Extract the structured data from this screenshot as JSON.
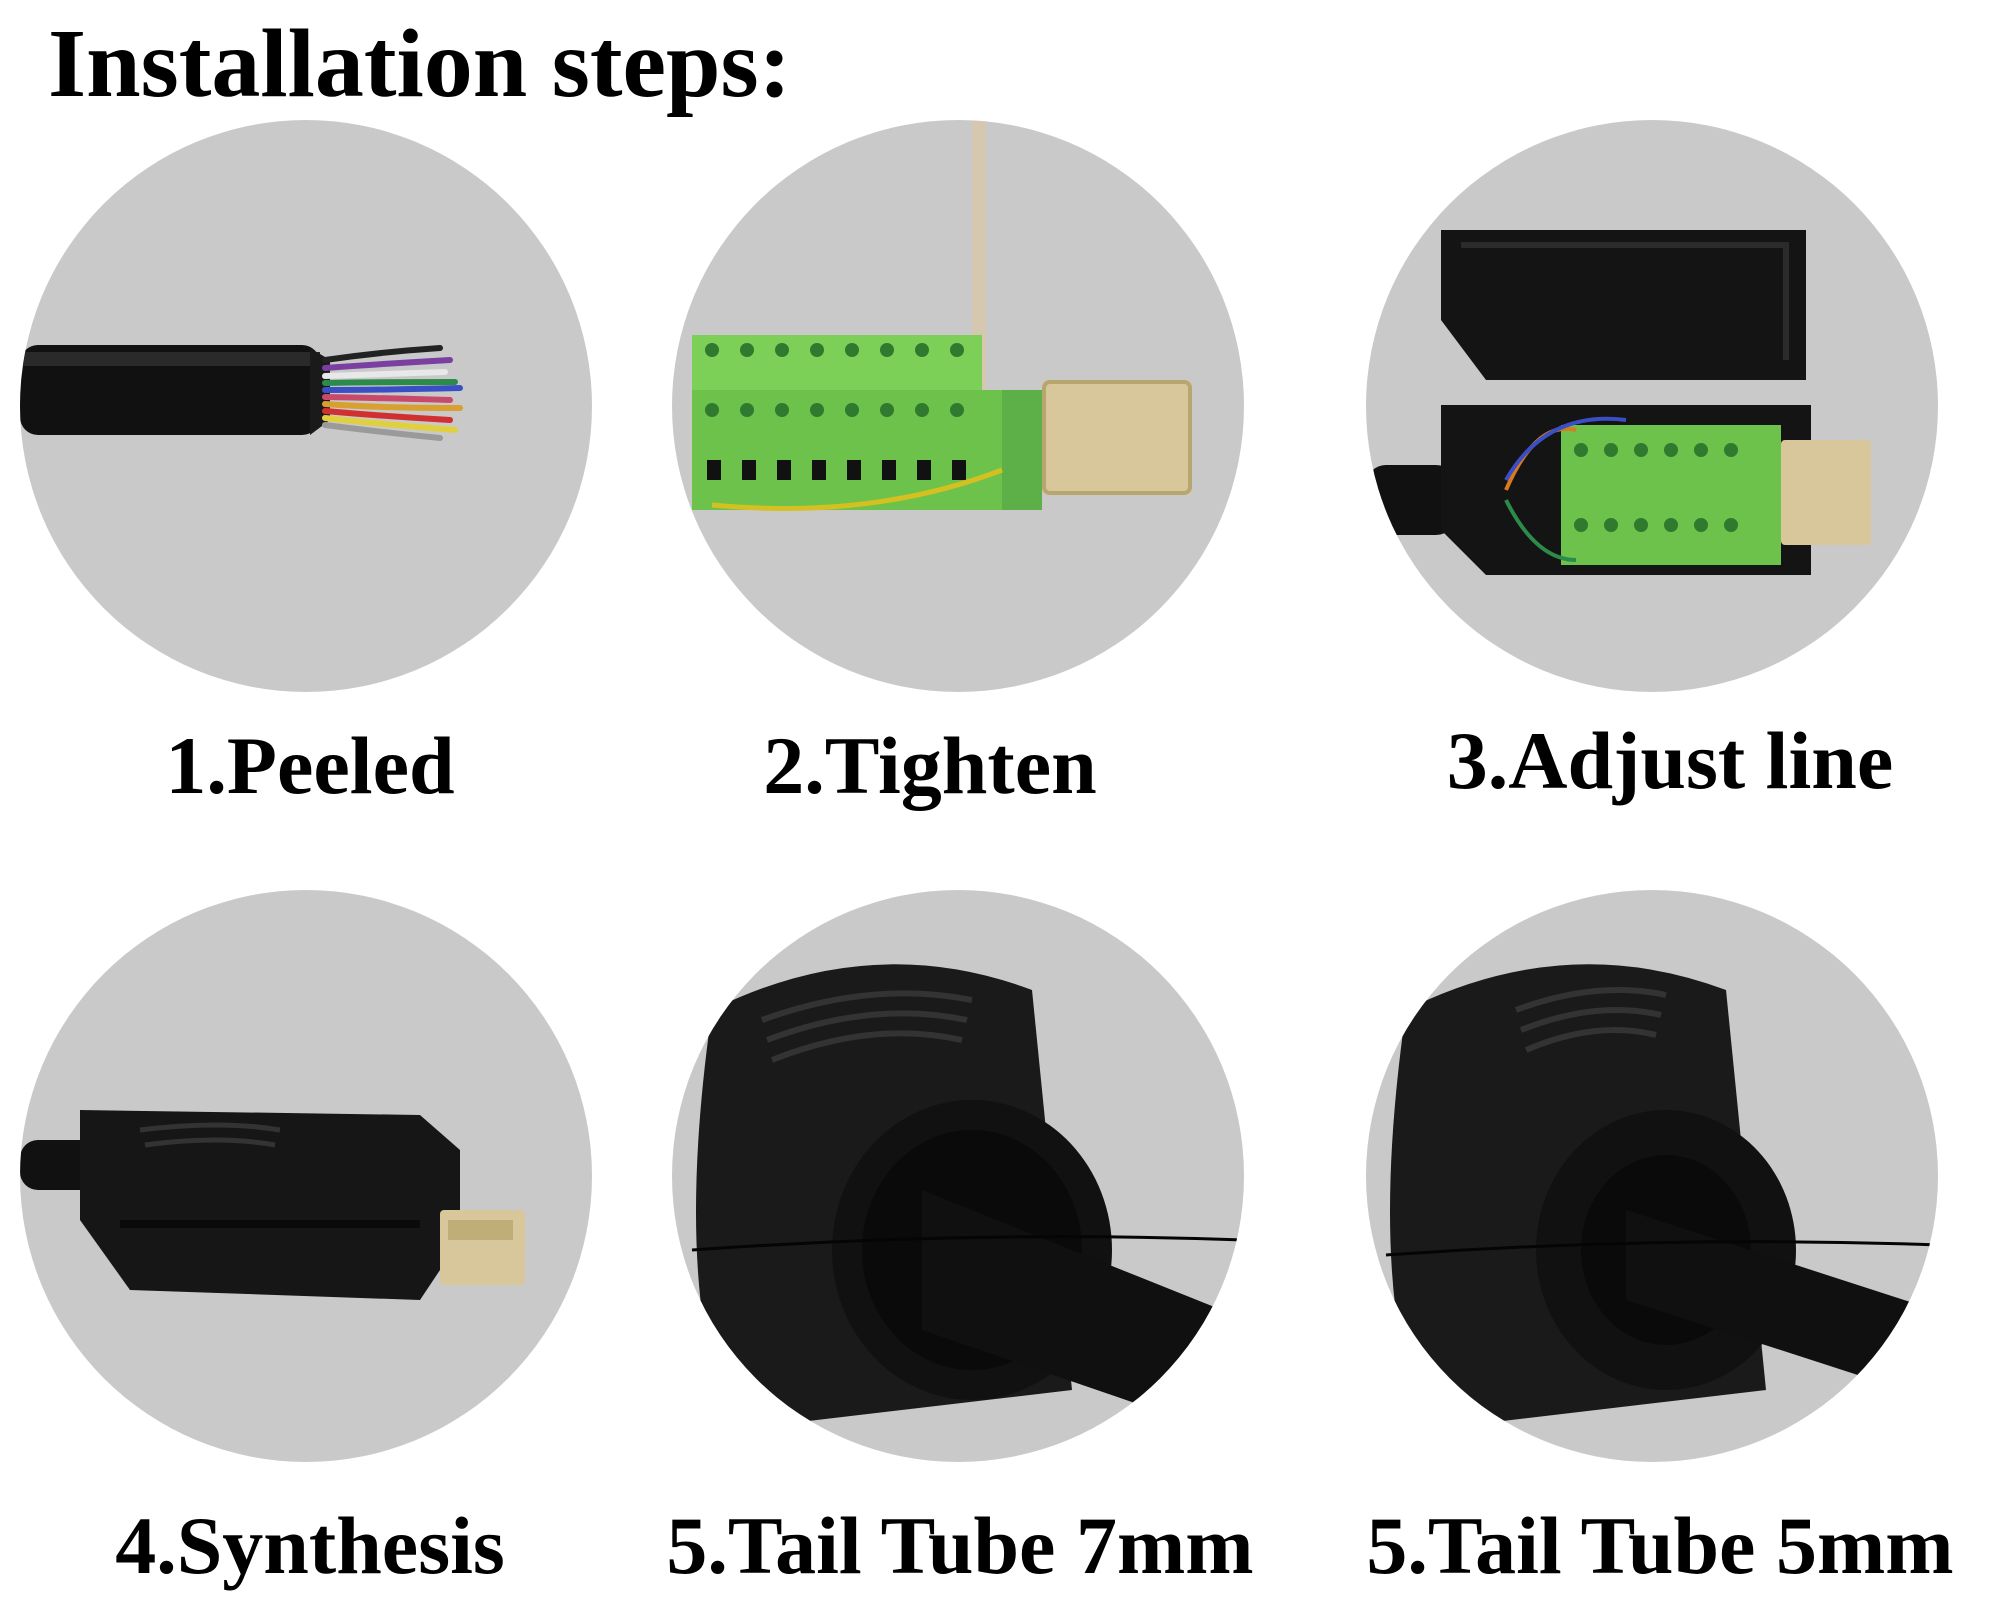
{
  "title": "Installation steps:",
  "steps": [
    {
      "label": "1.Peeled"
    },
    {
      "label": "2.Tighten"
    },
    {
      "label": "3.Adjust line"
    },
    {
      "label": "4.Synthesis"
    },
    {
      "label": "5.Tail Tube 7mm"
    },
    {
      "label": "5.Tail Tube 5mm"
    }
  ],
  "colors": {
    "background": "#ffffff",
    "circle": "#c9c9c9",
    "terminal_green": "#6cc24a",
    "plastic_black": "#141414",
    "connector_gold": "#d8c79a"
  }
}
